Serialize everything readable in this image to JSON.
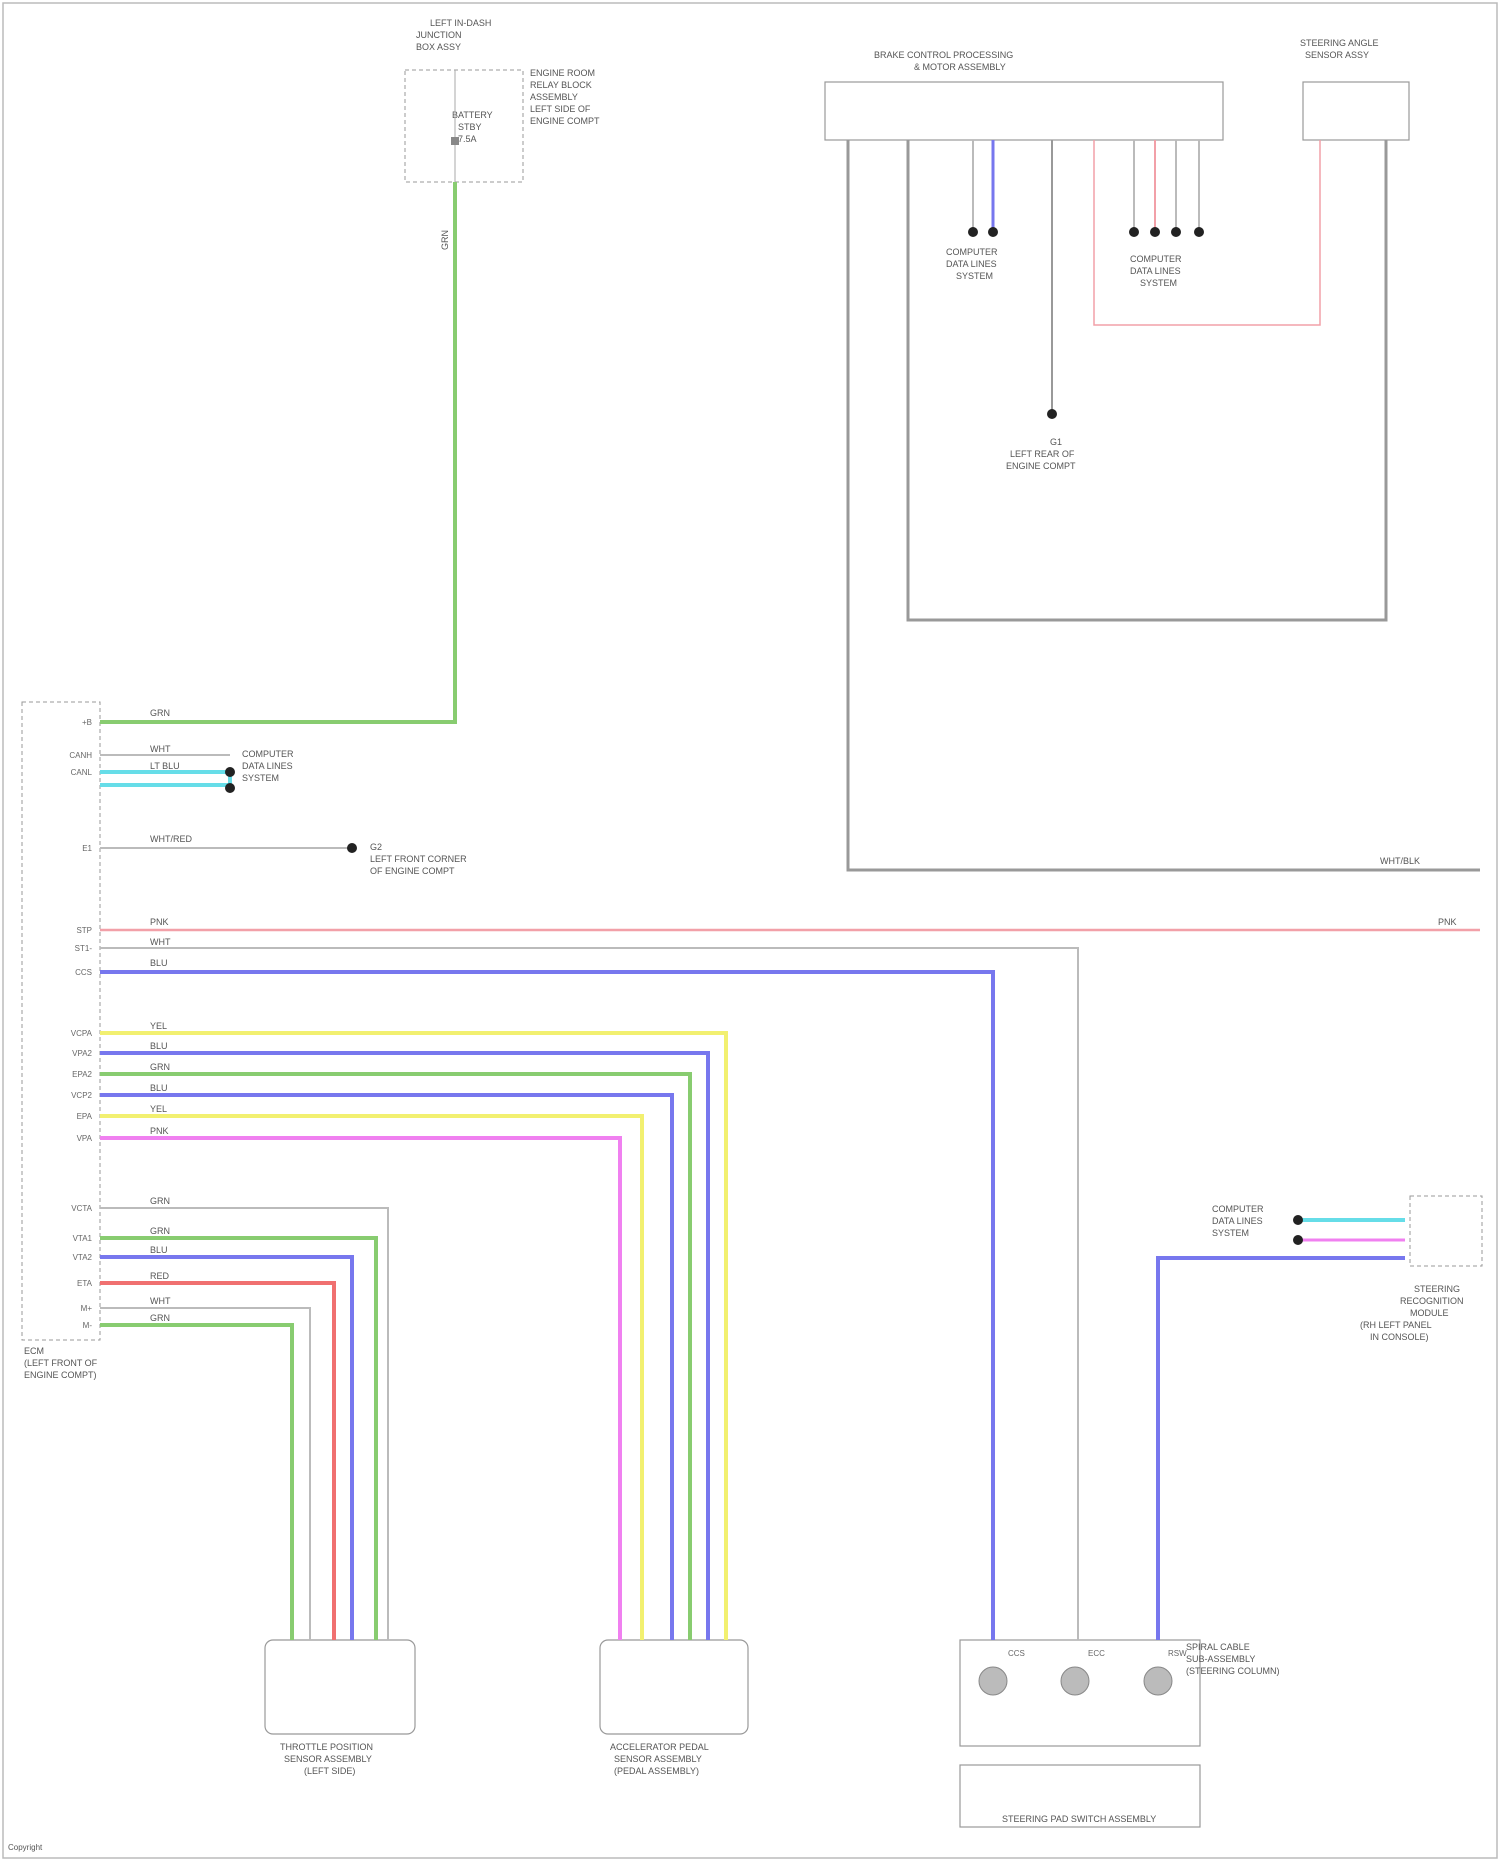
{
  "colors": {
    "green": "#88cc70",
    "blue": "#7777ee",
    "pink": "#f2a0a8",
    "cyan": "#66dde8",
    "yellow": "#f2f070",
    "magenta": "#f080f0",
    "red": "#f07070",
    "grey": "#999999",
    "lightgrey": "#bbbbbb"
  },
  "components": {
    "fuse_block": [
      "LEFT IN-DASH",
      "JUNCTION",
      "BOX ASSY",
      "ENGINE ROOM",
      "RELAY BLOCK",
      "ASSEMBLY",
      "LEFT SIDE OF",
      "ENGINE COMPT"
    ],
    "fuse_label": [
      "BATTERY",
      "STBY",
      "7.5A"
    ],
    "top_module": [
      "BRAKE CONTROL PROCESSING",
      "& MOTOR ASSEMBLY"
    ],
    "right_module": [
      "STEERING ANGLE",
      "SENSOR ASSY"
    ],
    "ecm": [
      "ECM",
      "(LEFT FRONT OF",
      "ENGINE COMPT)"
    ],
    "accel_sensor": [
      "THROTTLE POSITION",
      "SENSOR ASSEMBLY",
      "(LEFT SIDE)"
    ],
    "accel_pedal": [
      "ACCELERATOR PEDAL",
      "SENSOR ASSEMBLY",
      "(PEDAL ASSEMBLY)"
    ],
    "cable": [
      "SPIRAL CABLE",
      "SUB-ASSEMBLY",
      "(STEERING COLUMN)"
    ],
    "switch": [
      "STEERING PAD SWITCH ASSEMBLY"
    ],
    "body_controller": [
      "STEERING",
      "RECOGNITION",
      "MODULE",
      "(RH LEFT PANEL",
      "IN CONSOLE)"
    ]
  },
  "ground_labels": {
    "g1": [
      "G1",
      "LEFT REAR OF",
      "ENGINE COMPT"
    ],
    "g2": [
      "G2",
      "LEFT FRONT CORNER",
      "OF ENGINE COMPT"
    ]
  },
  "network_refs": {
    "top_left": [
      "COMPUTER",
      "DATA LINES",
      "SYSTEM"
    ],
    "top_right": [
      "COMPUTER",
      "DATA LINES",
      "SYSTEM"
    ],
    "ecm_right": [
      "COMPUTER",
      "DATA LINES",
      "SYSTEM"
    ],
    "right_side": [
      "COMPUTER",
      "DATA LINES",
      "SYSTEM"
    ]
  },
  "wire_labels": {
    "fuse_out": "GRN",
    "ecm_plus_b": "GRN",
    "ecm_can_h": "WHT",
    "ecm_can_l": "LT BLU",
    "ecm_ground": "WHT/RED",
    "ecm_pink": "PNK",
    "ecm_stop": "WHT",
    "ecm_blu": "BLU",
    "accel": [
      "YEL",
      "BLU",
      "GRN",
      "BLU",
      "YEL",
      "PNK"
    ],
    "throttle": [
      "GRN",
      "GRN",
      "BLU",
      "RED",
      "WHT",
      "GRN"
    ],
    "pink_end": "PNK",
    "grey_end": "WHT/BLK"
  },
  "pins": {
    "ecm": [
      "+B",
      "CANH",
      "CANL",
      "E1",
      "STP",
      "ST1-",
      "CCS",
      "VCPA",
      "VPA2",
      "EPA2",
      "VCP2",
      "EPA",
      "VPA",
      "VCTA",
      "VTA1",
      "VTA2",
      "ETA",
      "M+",
      "M-"
    ],
    "switch": [
      "CCS",
      "ECC",
      "RSW"
    ]
  },
  "footer": "Copyright"
}
